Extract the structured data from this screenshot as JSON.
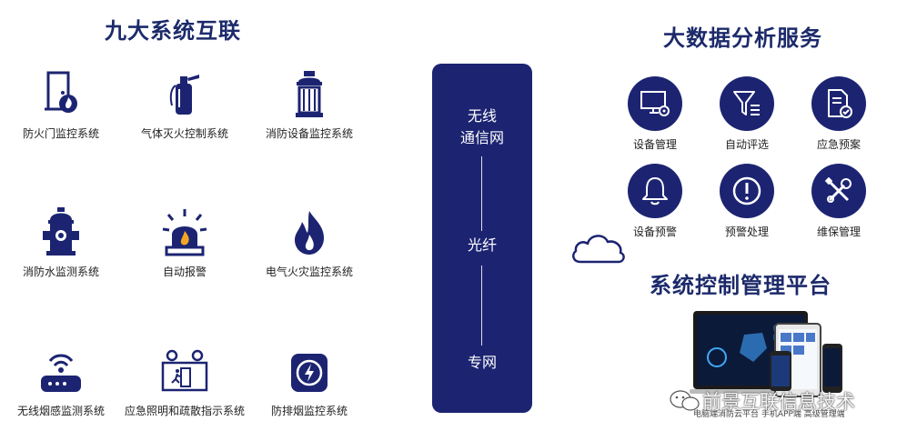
{
  "left_title": "九大系统互联",
  "right_title_1": "大数据分析服务",
  "right_title_2": "系统控制管理平台",
  "systems": [
    {
      "label": "防火门监控系统",
      "icon": "fire-door-icon"
    },
    {
      "label": "气体灭火控制系统",
      "icon": "gas-extinguisher-icon"
    },
    {
      "label": "消防设备监控系统",
      "icon": "fire-equipment-icon"
    },
    {
      "label": "消防水监测系统",
      "icon": "fire-hydrant-icon"
    },
    {
      "label": "自动报警",
      "icon": "alarm-light-icon"
    },
    {
      "label": "电气火灾监控系统",
      "icon": "flame-icon"
    },
    {
      "label": "无线烟感监测系统",
      "icon": "smoke-sensor-icon"
    },
    {
      "label": "应急照明和疏散指示系统",
      "icon": "exit-sign-icon"
    },
    {
      "label": "防排烟监控系统",
      "icon": "smoke-exhaust-icon"
    }
  ],
  "network": {
    "wireless_line1": "无线",
    "wireless_line2": "通信网",
    "fiber": "光纤",
    "private": "专网"
  },
  "services": [
    {
      "label": "设备管理",
      "icon": "monitor-gear-icon"
    },
    {
      "label": "自动评选",
      "icon": "filter-icon"
    },
    {
      "label": "应急预案",
      "icon": "document-check-icon"
    },
    {
      "label": "设备预警",
      "icon": "bell-icon"
    },
    {
      "label": "预警处理",
      "icon": "exclamation-icon"
    },
    {
      "label": "维保管理",
      "icon": "tools-icon"
    }
  ],
  "devices_caption": "电脑端消防云平台  手机APP端  高级管理端",
  "watermark": "前景互联信息技术",
  "colors": {
    "navy": "#1c2472",
    "title": "#1c2a6b"
  }
}
